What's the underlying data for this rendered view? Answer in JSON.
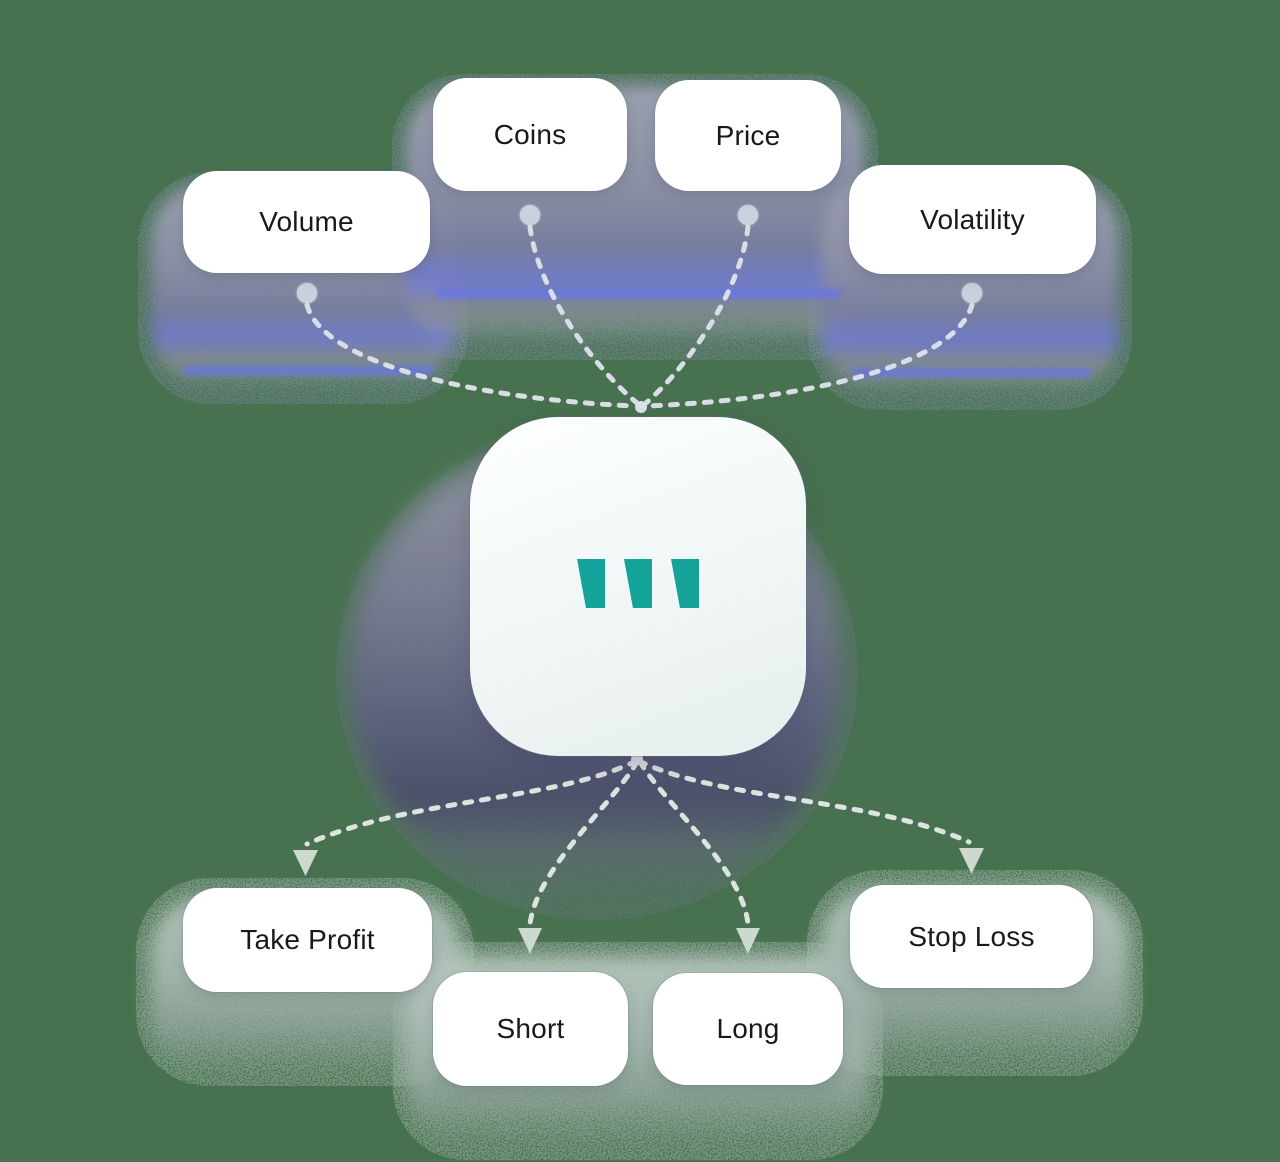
{
  "canvas": {
    "background_color": "#47714F",
    "shadow_top_color": "#7C81A6",
    "shadow_blue_streak_color": "#6874E9",
    "shadow_bottom_color": "#A8BAB2",
    "dash_color": "#D9DFE2",
    "arrow_color": "#CCD9CF"
  },
  "bot": {
    "logo_icon": "three-slanted-bars-logo",
    "accent_color": "#14A29B"
  },
  "inputs": [
    {
      "label": "Volume"
    },
    {
      "label": "Coins"
    },
    {
      "label": "Price"
    },
    {
      "label": "Volatility"
    }
  ],
  "outputs": [
    {
      "label": "Take Profit"
    },
    {
      "label": "Short"
    },
    {
      "label": "Long"
    },
    {
      "label": "Stop Loss"
    }
  ],
  "edges": {
    "into_bot": [
      "Volume",
      "Coins",
      "Price",
      "Volatility"
    ],
    "out_of_bot": [
      "Take Profit",
      "Short",
      "Long",
      "Stop Loss"
    ]
  }
}
